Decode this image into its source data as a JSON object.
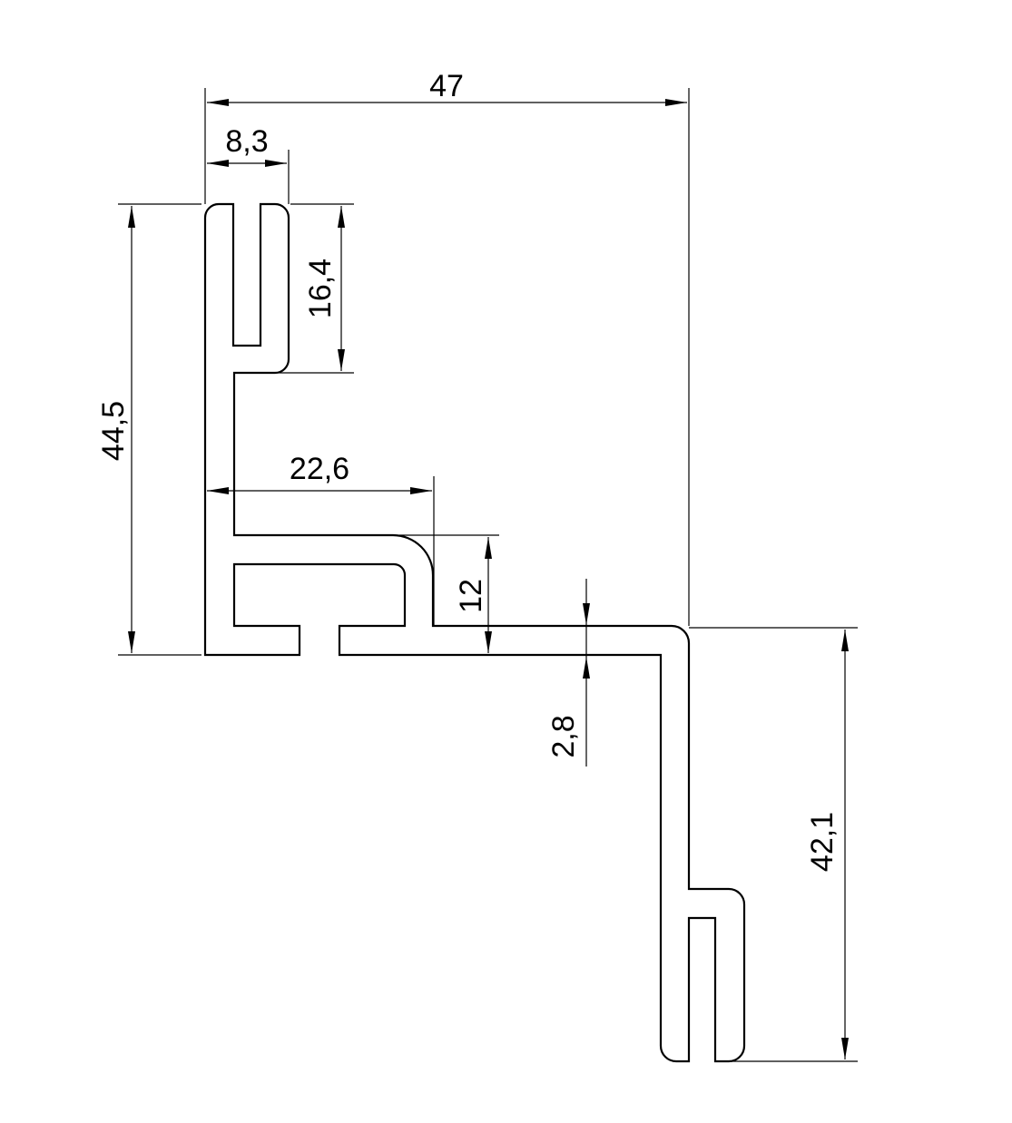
{
  "drawing": {
    "title": "Aluminium profile cross-section",
    "dimensions": {
      "overall_width": "47",
      "top_slot_width": "8,3",
      "left_height": "44,5",
      "top_slot_depth": "16,4",
      "step_width": "22,6",
      "step_height": "12",
      "wall_thickness": "2,8",
      "right_height": "42,1"
    }
  }
}
